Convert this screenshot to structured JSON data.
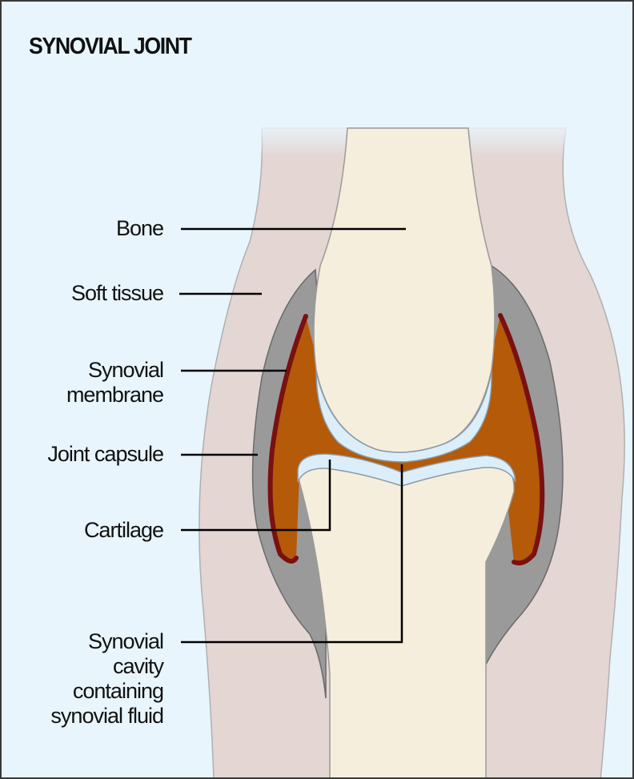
{
  "title": "SYNOVIAL JOINT",
  "labels": {
    "bone": "Bone",
    "soft_tissue": "Soft tissue",
    "synovial_membrane": "Synovial\nmembrane",
    "joint_capsule": "Joint capsule",
    "cartilage": "Cartilage",
    "synovial_cavity": "Synovial\ncavity\ncontaining\nsynovial fluid"
  },
  "colors": {
    "background": "#e9f5fd",
    "soft_tissue": "#e3d6d3",
    "joint_capsule": "#9a9a9a",
    "synovial_fluid": "#b45a08",
    "synovial_membrane": "#7a1010",
    "cartilage": "#dbeefa",
    "bone": "#f6eedc"
  }
}
